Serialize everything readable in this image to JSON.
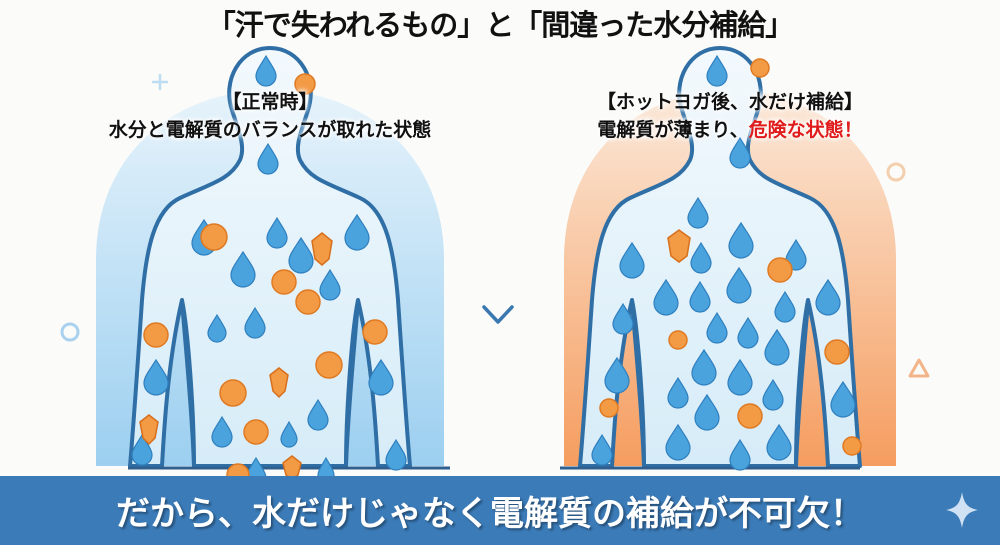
{
  "title": "「汗で失われるもの」と「間違った水分補給」",
  "left_panel": {
    "heading": "【正常時】",
    "subtitle": "水分と電解質のバランスが取れた状態",
    "background_color": "#bfe0f5",
    "state": "balanced"
  },
  "right_panel": {
    "heading": "【ホットヨガ後、水だけ補給】",
    "subtitle_prefix": "電解質が薄まり、",
    "subtitle_danger": "危険な状態！",
    "background_color": "#f8b47e",
    "state": "diluted"
  },
  "arrow": {
    "icon": "arrow-down-icon",
    "color": "#3a78b0"
  },
  "legend_icons": {
    "water": {
      "icon": "water-drop-icon",
      "color": "#4aa3dc"
    },
    "electrolyte_ball": {
      "icon": "electrolyte-ball-icon",
      "color": "#f39a45"
    },
    "mineral_crystal": {
      "icon": "mineral-crystal-icon",
      "color": "#f08a35"
    }
  },
  "footer": {
    "text": "だから、水だけじゃなく電解質の補給が不可欠！",
    "background_color": "#3b7bb8",
    "icon": "sparkle-icon"
  },
  "colors": {
    "body_outline": "#2f6fa6",
    "danger_text": "#e01b1b"
  }
}
